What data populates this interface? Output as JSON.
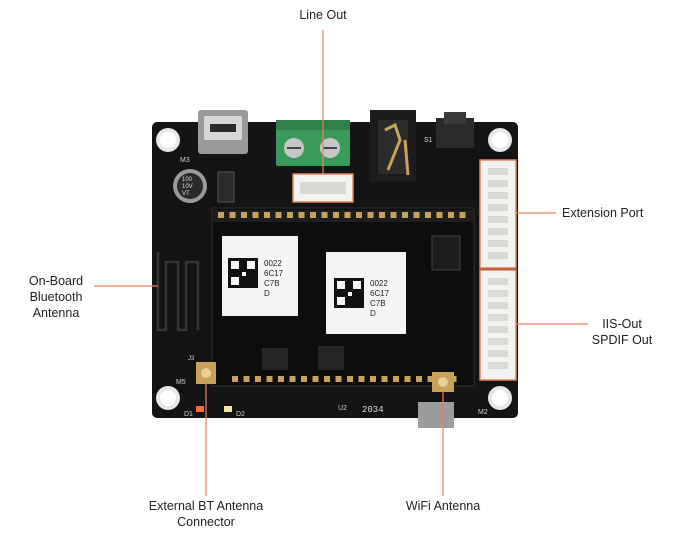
{
  "colors": {
    "accent": "#e8825a",
    "board": "#141414",
    "header_white": "#f2f2f0",
    "terminal_green": "#3a9a5a"
  },
  "labels": {
    "line_out": "Line Out",
    "extension_port": "Extension Port",
    "onboard_bt": [
      "On-Board",
      "Bluetooth",
      "Antenna"
    ],
    "iis_out": [
      "IIS-Out",
      "SPDIF Out"
    ],
    "ext_bt": [
      "External BT Antenna",
      "Connector"
    ],
    "wifi": "WiFi Antenna"
  },
  "module": {
    "qr_label_left": [
      "0022",
      "6C17",
      "C7B",
      "D"
    ],
    "qr_label_right": [
      "0022",
      "6C17",
      "C7B",
      "D"
    ]
  },
  "silkscreen": {
    "m3": "M3",
    "m5": "M5",
    "m2": "M2",
    "s1": "S1",
    "d1": "D1",
    "d2": "D2",
    "u2": "U2",
    "j3": "J3",
    "cap": [
      "100",
      "10V",
      "VT"
    ],
    "year": "2034"
  }
}
